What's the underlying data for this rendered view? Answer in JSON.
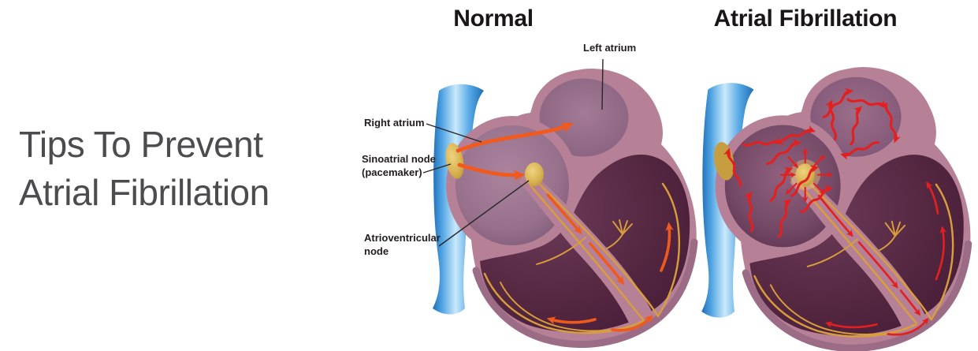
{
  "headline": {
    "line1": "Tips To Prevent",
    "line2": "Atrial Fibrillation"
  },
  "titles": {
    "normal": "Normal",
    "af": "Atrial Fibrillation"
  },
  "labels": {
    "left_atrium": "Left atrium",
    "right_atrium": "Right atrium",
    "sinoatrial_node_line1": "Sinoatrial node",
    "sinoatrial_node_line2": "(pacemaker)",
    "atrioventricular_node_line1": "Atrioventricular",
    "atrioventricular_node_line2": "node"
  },
  "illustration": {
    "description": "Two cross-section hearts comparing normal electrical conduction with atrial fibrillation",
    "colors": {
      "headline_text": "#4b4c4e",
      "title_text": "#191617",
      "label_text": "#221e1f",
      "heart_wall_pink": "#b68197",
      "chamber_dark": "#461c36",
      "vein_blue": "#2f89d2",
      "node_yellow": "#d9b254",
      "conduction_yellow": "#d99e3c",
      "normal_impulse_orange": "#f2591d",
      "fibrillation_red": "#e31f1f",
      "background": "#ffffff"
    }
  }
}
